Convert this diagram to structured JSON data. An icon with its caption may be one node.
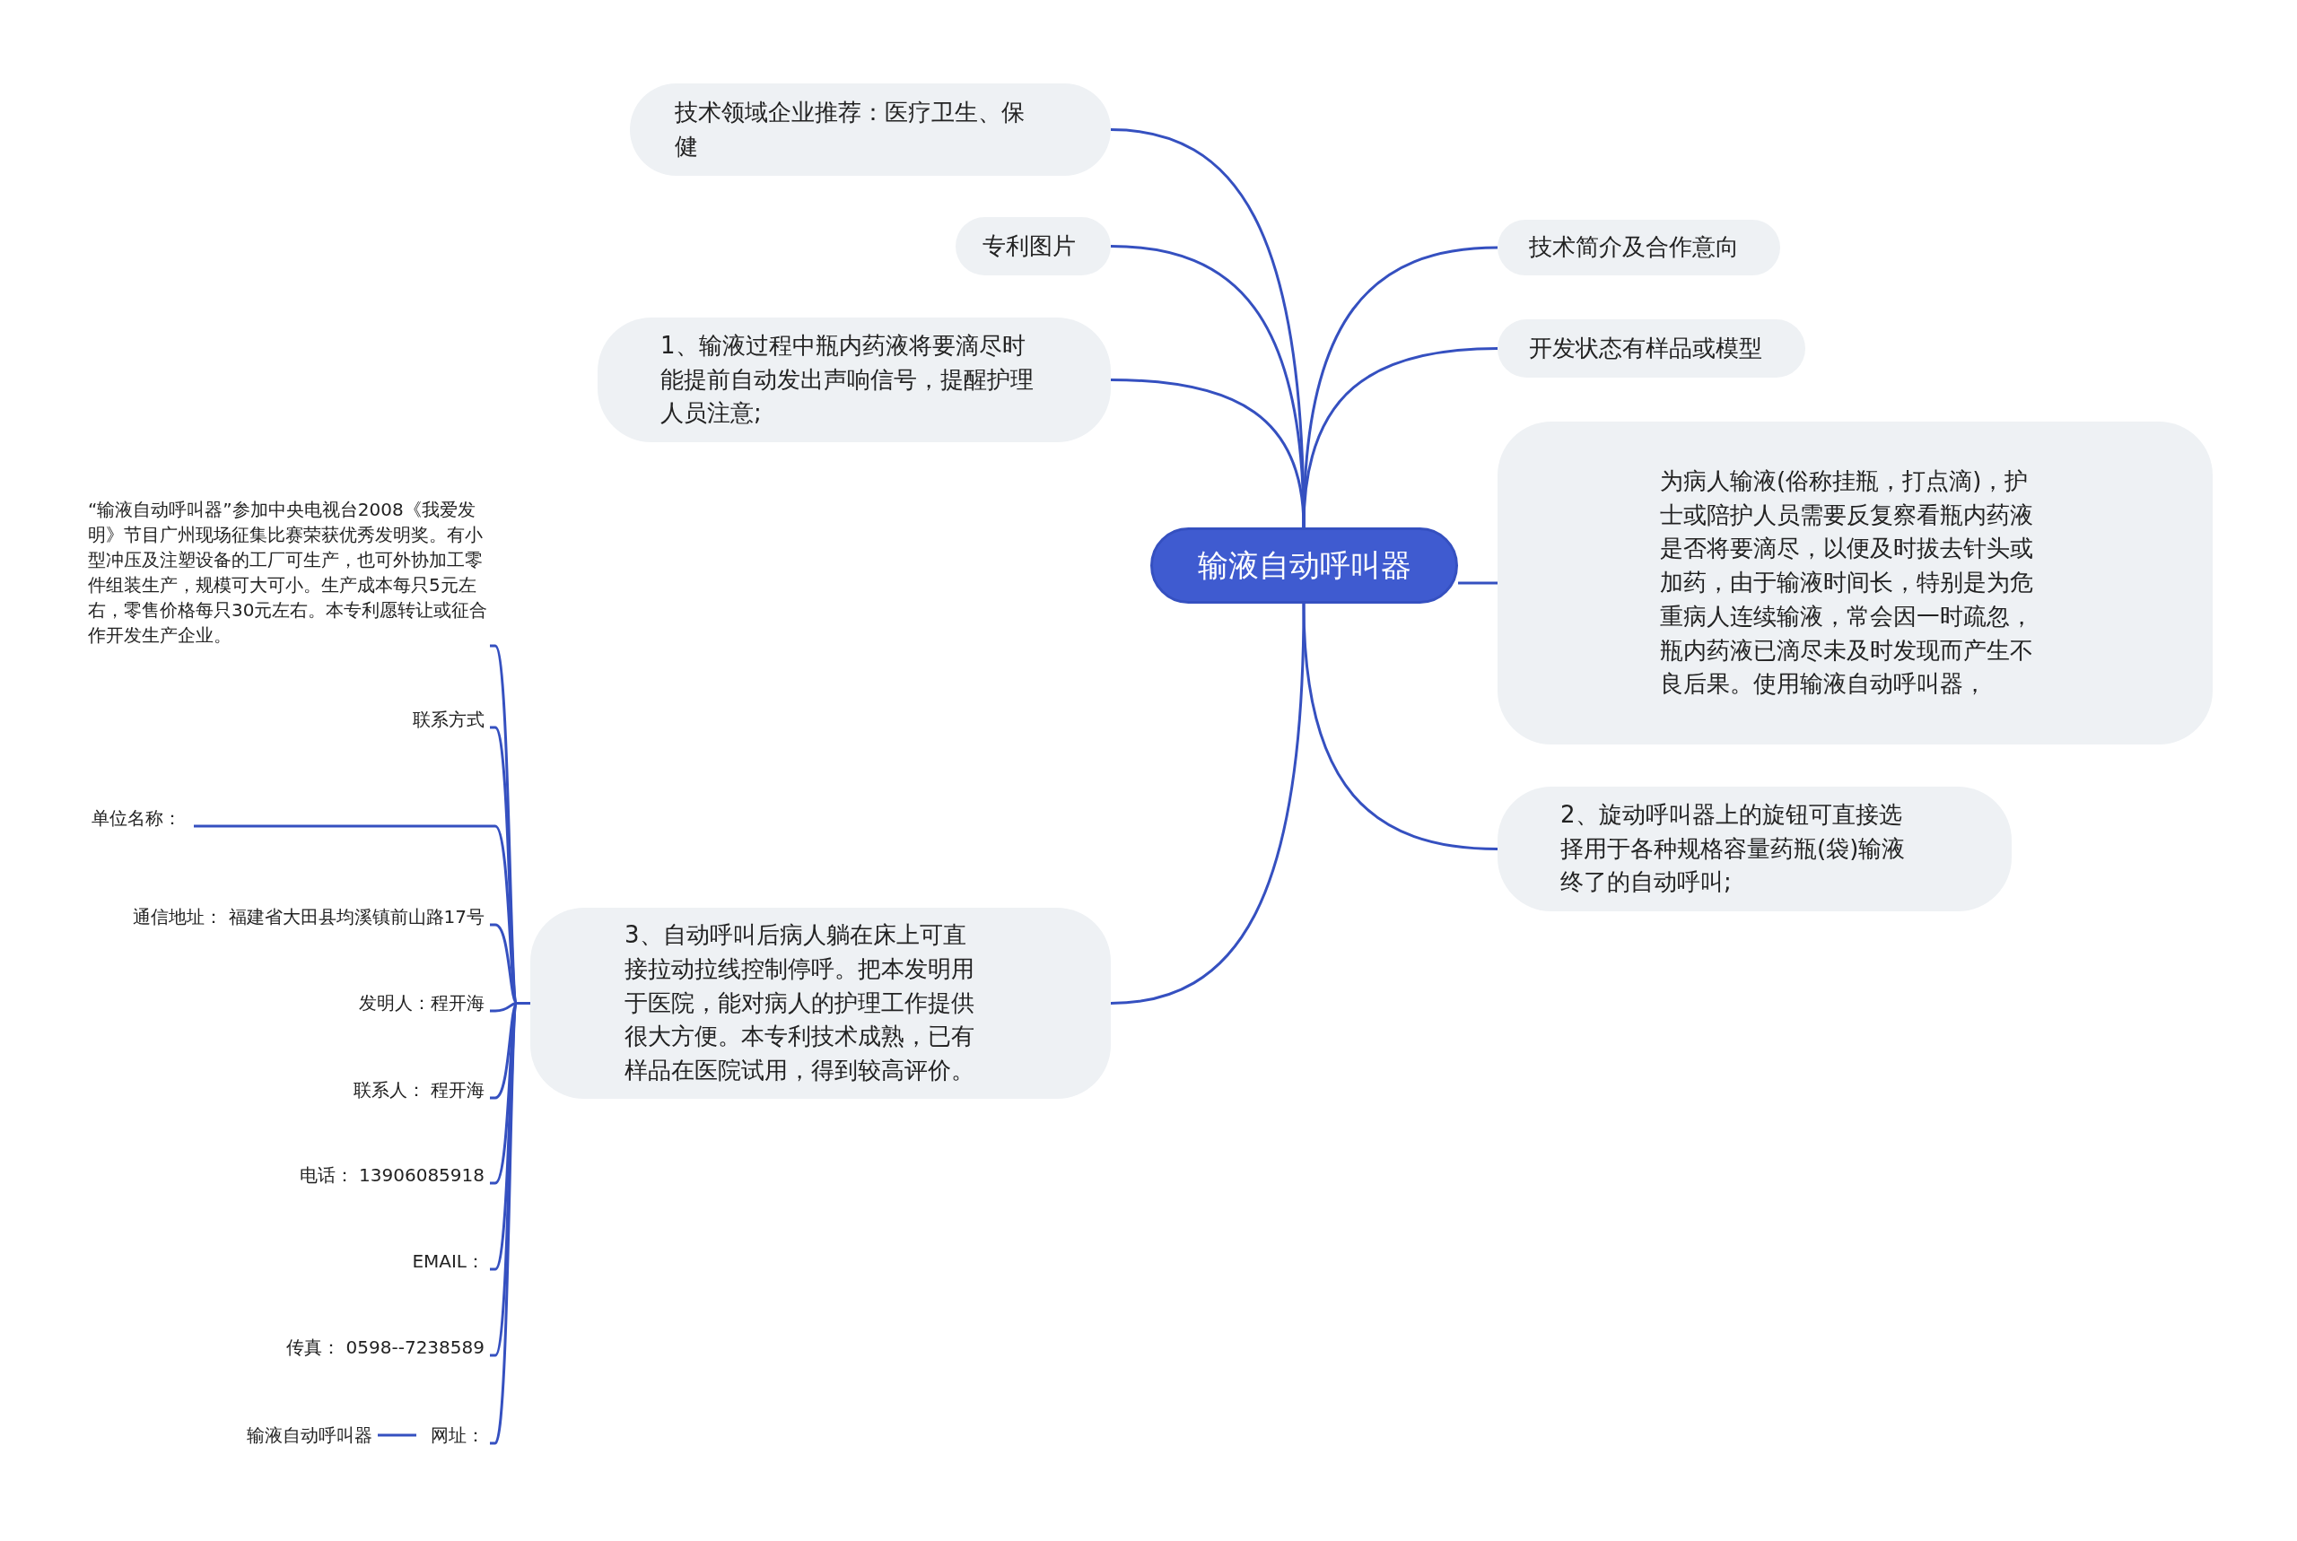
{
  "diagram": {
    "nodes": [
      {
        "text": [
          "输液自动呼叫器"
        ]
      },
      {
        "text": [
          "技术领域企业推荐：医疗卫生、保健"
        ]
      },
      {
        "text": [
          "专利图片"
        ]
      },
      {
        "text": [
          "1、输液过程中瓶内药液将要滴尽时能提前自动发出声响信号，提醒护理人员注意;"
        ]
      },
      {
        "text": [
          "3、自动呼叫后病人躺在床上可直接拉动拉线控制停呼。把本发明用于医院，能对病人的护理工作提供很大方便。本专利技术成熟，已有样品在医院试用，得到较高评价。"
        ]
      },
      {
        "text": [
          "“输液自动呼叫器”参加中央电视台2008《我爱发明》节目广州现场征集比赛荣获优秀发明奖。有小型冲压及注塑设备的工厂可生产，也可外协加工零件组装生产，规模可大可小。生产成本每只5元左右，零售价格每只30元左右。本专利愿转让或征合作开发生产企业。"
        ]
      },
      {
        "text": [
          "联系方式"
        ]
      },
      {
        "text": [
          "单位名称："
        ]
      },
      {
        "text": [
          "通信地址：  福建省大田县均溪镇前山路17号"
        ]
      },
      {
        "text": [
          "发明人：程开海"
        ]
      },
      {
        "text": [
          "联系人：  程开海"
        ]
      },
      {
        "text": [
          "电话：  13906085918"
        ]
      },
      {
        "text": [
          "EMAIL："
        ]
      },
      {
        "text": [
          "传真：  0598--7238589"
        ]
      },
      {
        "text": [
          "网址："
        ]
      },
      {
        "text": [
          "输液自动呼叫器"
        ]
      },
      {
        "text": [
          "技术简介及合作意向"
        ]
      },
      {
        "text": [
          "开发状态有样品或模型"
        ]
      },
      {
        "text": [
          "为病人输液(俗称挂瓶，打点滴)，护士或陪护人员需要反复察看瓶内药液是否将要滴尽，以便及时拔去针头或加药，由于输液时间长，特别是为危重病人连续输液，常会因一时疏忽，瓶内药液已滴尽未及时发现而产生不良后果。使用输液自动呼叫器，"
        ]
      },
      {
        "text": [
          "2、旋动呼叫器上的旋钮可直接选择用于各种规格容量药瓶(袋)输液终了的自动呼叫;"
        ]
      }
    ],
    "edges": [
      {
        "from": 0,
        "to": 1,
        "arrow": "none"
      },
      {
        "from": 0,
        "to": 2,
        "arrow": "none"
      },
      {
        "from": 0,
        "to": 3,
        "arrow": "none"
      },
      {
        "from": 0,
        "to": 4,
        "arrow": "none"
      },
      {
        "from": 4,
        "to": 5,
        "arrow": "none"
      },
      {
        "from": 4,
        "to": 6,
        "arrow": "none"
      },
      {
        "from": 4,
        "to": 7,
        "arrow": "none"
      },
      {
        "from": 4,
        "to": 8,
        "arrow": "none"
      },
      {
        "from": 4,
        "to": 9,
        "arrow": "none"
      },
      {
        "from": 4,
        "to": 10,
        "arrow": "none"
      },
      {
        "from": 4,
        "to": 11,
        "arrow": "none"
      },
      {
        "from": 4,
        "to": 12,
        "arrow": "none"
      },
      {
        "from": 4,
        "to": 13,
        "arrow": "none"
      },
      {
        "from": 4,
        "to": 14,
        "arrow": "none"
      },
      {
        "from": 14,
        "to": 15,
        "arrow": "none"
      },
      {
        "from": 0,
        "to": 16,
        "arrow": "none"
      },
      {
        "from": 0,
        "to": 17,
        "arrow": "none"
      },
      {
        "from": 0,
        "to": 18,
        "arrow": "none"
      },
      {
        "from": 0,
        "to": 19,
        "arrow": "none"
      }
    ]
  }
}
